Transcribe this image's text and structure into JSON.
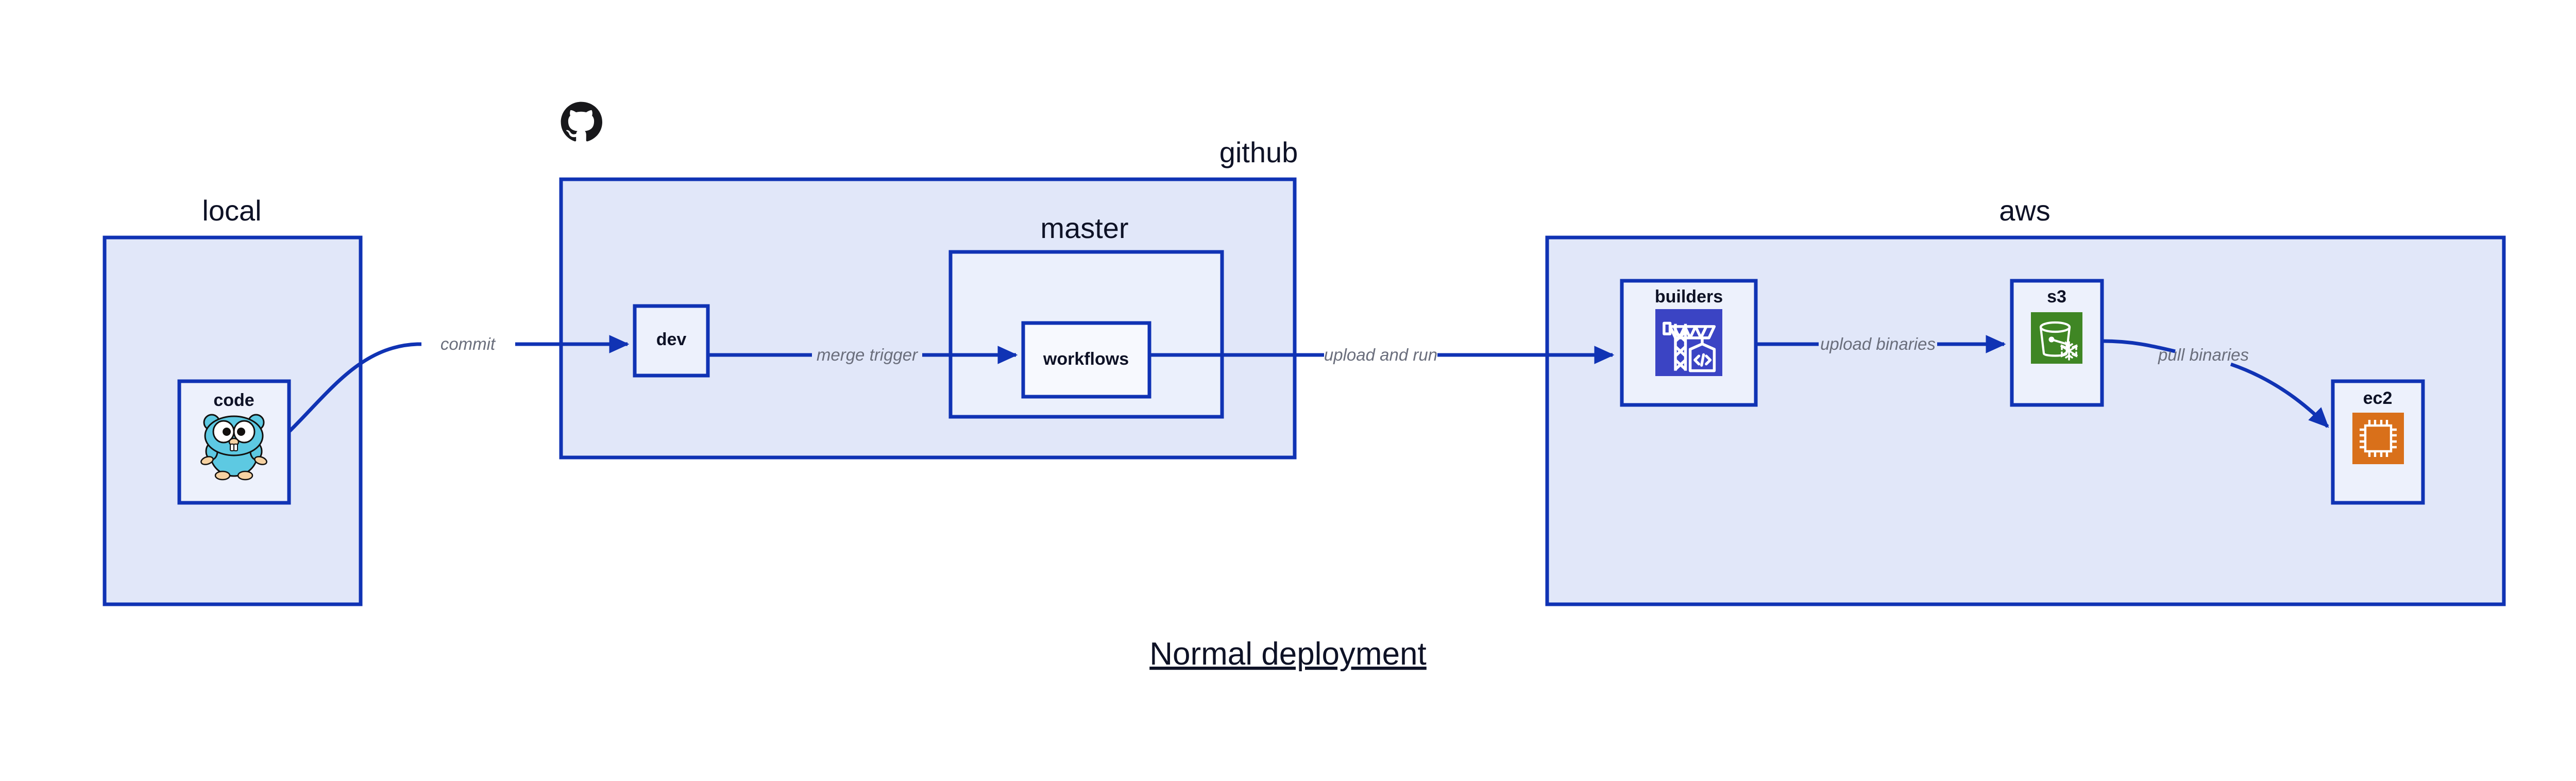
{
  "diagram": {
    "title": "Normal deployment",
    "background_color": "#FFFFFF",
    "accent_color": "#1033B4",
    "group_fill": "#E1E7F9",
    "node_fill": "#EDF1FC",
    "label_color": "#0E1226",
    "edge_label_color": "#6A6E7C"
  },
  "groups": {
    "local": {
      "label": "local"
    },
    "github": {
      "label": "github",
      "icon": "github-octocat-icon"
    },
    "master": {
      "label": "master"
    },
    "aws": {
      "label": "aws"
    }
  },
  "nodes": {
    "code": {
      "label": "code",
      "icon": "golang-gopher-icon"
    },
    "dev": {
      "label": "dev"
    },
    "workflows": {
      "label": "workflows"
    },
    "builders": {
      "label": "builders",
      "icon": "aws-codebuild-icon",
      "icon_color": "#3B44C4"
    },
    "s3": {
      "label": "s3",
      "icon": "aws-s3-glacier-icon",
      "icon_color": "#3F8624"
    },
    "ec2": {
      "label": "ec2",
      "icon": "aws-ec2-chip-icon",
      "icon_color": "#D9701A"
    }
  },
  "edges": [
    {
      "id": "commit",
      "label": "commit",
      "from": "code",
      "to": "dev"
    },
    {
      "id": "merge-trigger",
      "label": "merge trigger",
      "from": "dev",
      "to": "workflows"
    },
    {
      "id": "upload-and-run",
      "label": "upload and run",
      "from": "workflows",
      "to": "builders"
    },
    {
      "id": "upload-binaries",
      "label": "upload binaries",
      "from": "builders",
      "to": "s3"
    },
    {
      "id": "pull-binaries",
      "label": "pull binaries",
      "from": "s3",
      "to": "ec2"
    }
  ]
}
